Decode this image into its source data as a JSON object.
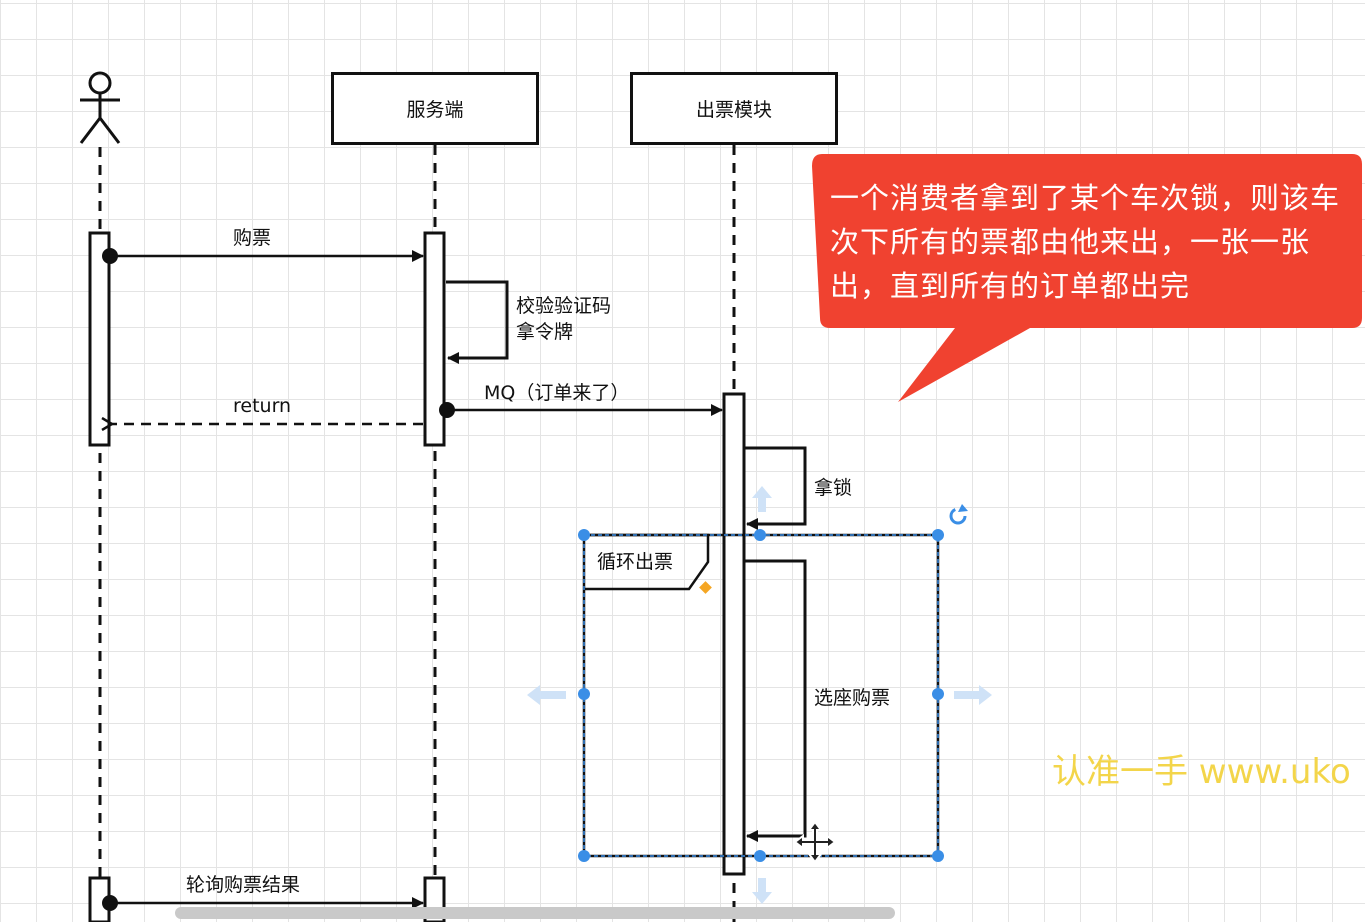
{
  "diagram": {
    "participants": {
      "server": "服务端",
      "ticket_module": "出票模块"
    },
    "messages": {
      "buy_ticket": "购票",
      "verify_line1": "校验验证码",
      "verify_line2": "拿令牌",
      "mq": "MQ（订单来了）",
      "return": "return",
      "take_lock": "拿锁",
      "select_seat": "选座购票",
      "poll_result": "轮询购票结果"
    },
    "loop_fragment": {
      "label": "循环出票"
    },
    "callout": {
      "text": "一个消费者拿到了某个车次锁，则该车次下所有的票都由他来出，一张一张出，直到所有的订单都出完",
      "color": "#f04230"
    },
    "selection_color": "#3a8ee6"
  },
  "watermark": "认准一手 www.uko"
}
